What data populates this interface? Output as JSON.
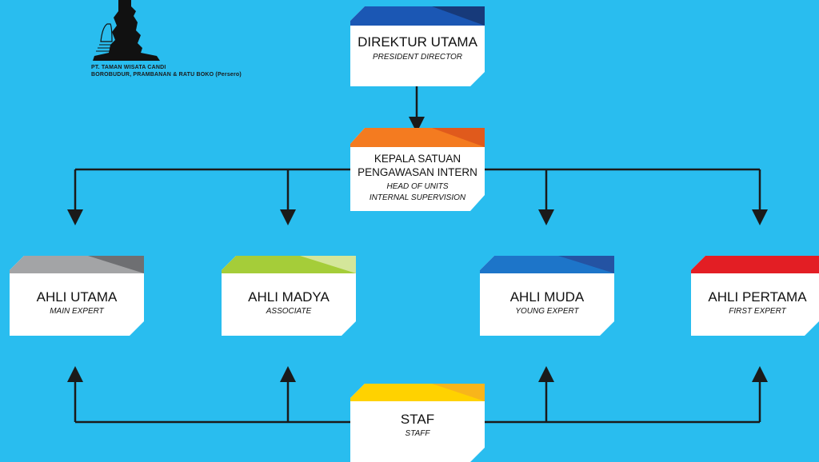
{
  "company": {
    "line1": "PT. TAMAN WISATA CANDI",
    "line2": "BOROBUDUR, PRAMBANAN & RATU BOKO (Persero)"
  },
  "nodes": {
    "director": {
      "title": "DIREKTUR UTAMA",
      "subtitle": "PRESIDENT DIRECTOR",
      "color": "#1b57b4",
      "color2": "#173a7a"
    },
    "head": {
      "title1": "KEPALA SATUAN",
      "title2": "PENGAWASAN INTERN",
      "subtitle1": "HEAD OF UNITS",
      "subtitle2": "INTERNAL SUPERVISION",
      "color": "#f47b20",
      "color2": "#e05a1c"
    },
    "main_expert": {
      "title": "AHLI UTAMA",
      "subtitle": "MAIN EXPERT",
      "color": "#a3a4a6",
      "color2": "#6e6f72"
    },
    "associate": {
      "title": "AHLI MADYA",
      "subtitle": "ASSOCIATE",
      "color": "#a5cd39",
      "color2": "#d4e69a"
    },
    "young_expert": {
      "title": "AHLI MUDA",
      "subtitle": "YOUNG EXPERT",
      "color": "#1d75c9",
      "color2": "#2453a3"
    },
    "first_expert": {
      "title": "AHLI PERTAMA",
      "subtitle": "FIRST EXPERT",
      "color": "#e31e24",
      "color2": "#e31e24"
    },
    "staff": {
      "title": "STAF",
      "subtitle": "STAFF",
      "color": "#ffd200",
      "color2": "#f8b51b"
    }
  },
  "line_color": "#1a1a1a"
}
